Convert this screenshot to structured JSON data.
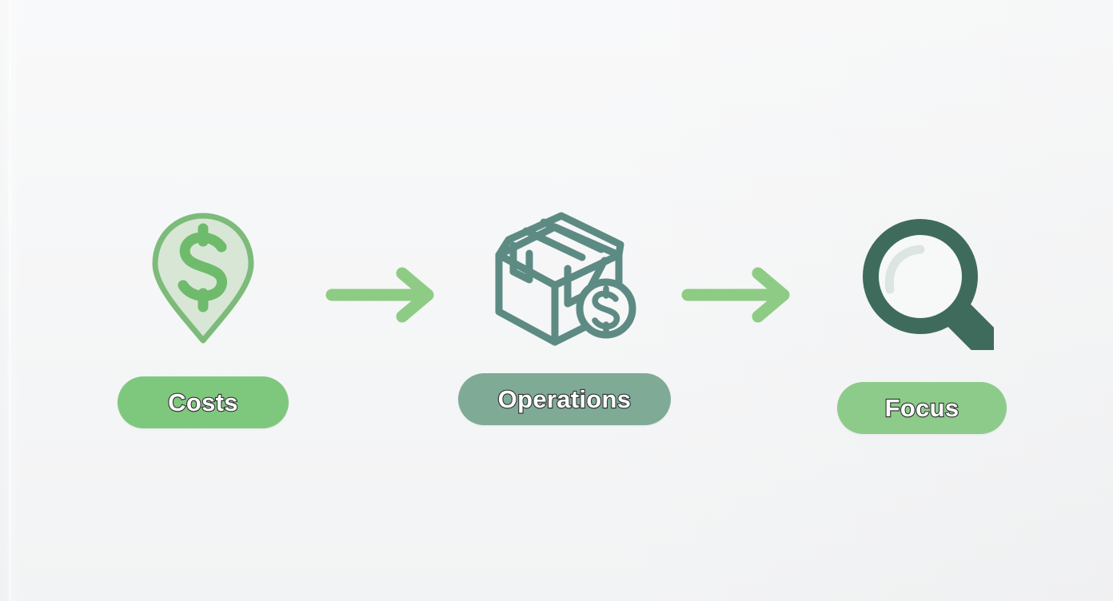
{
  "diagram": {
    "title": "Costs to Operations to Focus flow",
    "background_color": "#f5f6f7",
    "stages": [
      {
        "id": "costs",
        "label": "Costs",
        "icon": "dollar-map-pin-icon",
        "pill_color": "#7ec87e",
        "icon_fill": "#d6e5d4",
        "icon_stroke": "#7cbb79",
        "icon_symbol": "$"
      },
      {
        "id": "operations",
        "label": "Operations",
        "icon": "shipping-box-with-dollar-coin-icon",
        "pill_color": "#7fab96",
        "icon_stroke": "#5d8b84",
        "icon_symbol": "$"
      },
      {
        "id": "focus",
        "label": "Focus",
        "icon": "magnifying-glass-icon",
        "pill_color": "#8dcb8a",
        "icon_stroke": "#3f6b5c",
        "icon_highlight": "#dbe4e2"
      }
    ],
    "connectors": [
      {
        "id": "arrow-1",
        "type": "right-arrow",
        "color": "#8ecb84",
        "from": "costs",
        "to": "operations"
      },
      {
        "id": "arrow-2",
        "type": "right-arrow",
        "color": "#8ecb84",
        "from": "operations",
        "to": "focus"
      }
    ],
    "label_text_color": "#ffffff",
    "label_outline_color": "#2f2f33"
  }
}
